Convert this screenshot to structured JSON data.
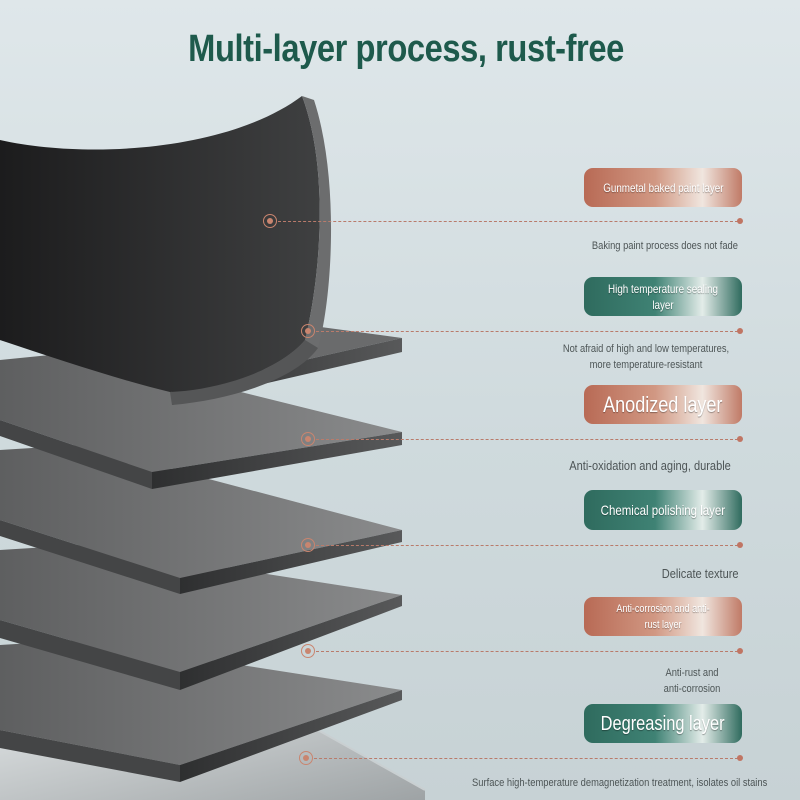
{
  "title": "Multi-layer process, rust-free",
  "layers": [
    {
      "label": "Gunmetal baked paint layer",
      "description": "Baking paint process does not fade",
      "style": "copper"
    },
    {
      "label": "High temperature sealing layer",
      "description": "Not afraid of high and low temperatures, more temperature-resistant",
      "style": "green"
    },
    {
      "label": "Anodized layer",
      "description": "Anti-oxidation and aging, durable",
      "style": "copper"
    },
    {
      "label": "Chemical polishing layer",
      "description": "Delicate texture",
      "style": "green"
    },
    {
      "label": "Anti-corrosion and anti-rust layer",
      "description": "Anti-rust and anti-corrosion",
      "style": "copper"
    },
    {
      "label": "Degreasing layer",
      "description": "Surface high-temperature demagnetization treatment, isolates oil stains",
      "style": "green"
    }
  ],
  "colors": {
    "title": "#1e5a4c",
    "copper": "#b86a55",
    "green": "#2f6b5e",
    "leader": "#b97b6b"
  }
}
